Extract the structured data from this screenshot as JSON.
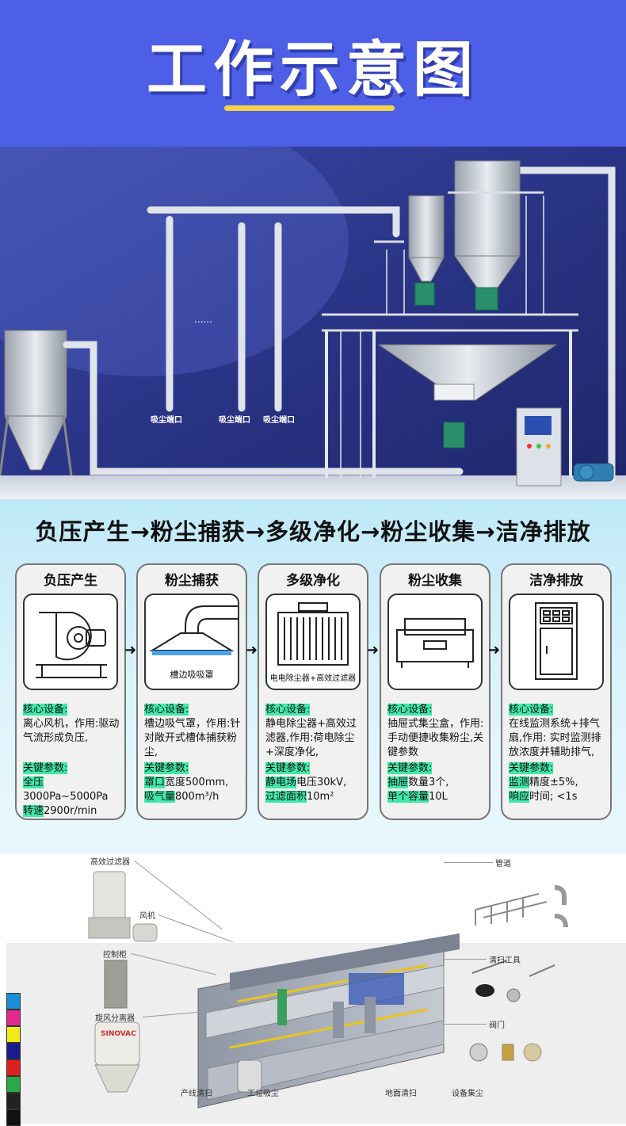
{
  "header": {
    "title": "工作示意图"
  },
  "scene": {
    "port_labels": [
      "吸尘端口",
      "吸尘端口",
      "吸尘端口"
    ],
    "ellipsis": "......"
  },
  "flow": {
    "title": "负压产生→粉尘捕获→多级净化→粉尘收集→洁净排放",
    "arrow_glyph": "➜",
    "cards": [
      {
        "name": "负压产生",
        "pic_caption": "",
        "equip_label": "核心设备:",
        "equip_text": "离心风机，作用:驱动气流形成负压,",
        "param_label": "关键参数:",
        "params": [
          {
            "key": "全压",
            "value": "3000Pa~5000Pa"
          },
          {
            "key": "转速",
            "value": "2900r/min"
          }
        ]
      },
      {
        "name": "粉尘捕获",
        "pic_caption": "槽边吸吸罩",
        "equip_label": "核心设备:",
        "equip_text": "槽边吸气罩，作用:针对敞开式槽体捕获粉尘,",
        "param_label": "关键参数:",
        "params": [
          {
            "key": "罩口",
            "value": "宽度500mm,"
          },
          {
            "key": "吸气量",
            "value": "800m³/h"
          }
        ]
      },
      {
        "name": "多级净化",
        "pic_caption": "电电除尘器+高效过滤器",
        "equip_label": "核心设备:",
        "equip_text": "静电除尘器+高效过滤器,作用:荷电除尘+深度净化,",
        "param_label": "关键参数:",
        "params": [
          {
            "key": "静电场",
            "value": "电压30kV,"
          },
          {
            "key": "过滤面积",
            "value": "10m²"
          }
        ]
      },
      {
        "name": "粉尘收集",
        "pic_caption": "",
        "equip_label": "核心设备:",
        "equip_text": "抽屉式集尘盒，作用:手动便捷收集粉尘,关键参数",
        "param_label": "关键参数:",
        "params": [
          {
            "key": "抽屉",
            "value": "数量3个,"
          },
          {
            "key": "单个容量",
            "value": "10L"
          }
        ]
      },
      {
        "name": "洁净排放",
        "pic_caption": "",
        "equip_label": "核心设备:",
        "equip_text": "在线监测系统+排气扇,作用: 实时监测排放浓度并辅助排气,",
        "param_label": "关键参数:",
        "params": [
          {
            "key": "监测",
            "value": "精度±5%,"
          },
          {
            "key": "响应",
            "value": "时间; <1s"
          }
        ]
      }
    ]
  },
  "bottom": {
    "left_labels": [
      "高效过滤器",
      "风机",
      "控制柜",
      "旋风分离器"
    ],
    "right_labels": [
      "管道",
      "清扫工具",
      "阀门"
    ],
    "bottom_labels": [
      "产线清扫",
      "工位吸尘",
      "地面清扫",
      "设备集尘"
    ],
    "brand": "SINOVAC",
    "swatch_colors": [
      "#1a8fd6",
      "#e6268c",
      "#f4e81c",
      "#1b1b8c",
      "#e02020",
      "#2aa84a",
      "#222222",
      "#111111"
    ]
  }
}
